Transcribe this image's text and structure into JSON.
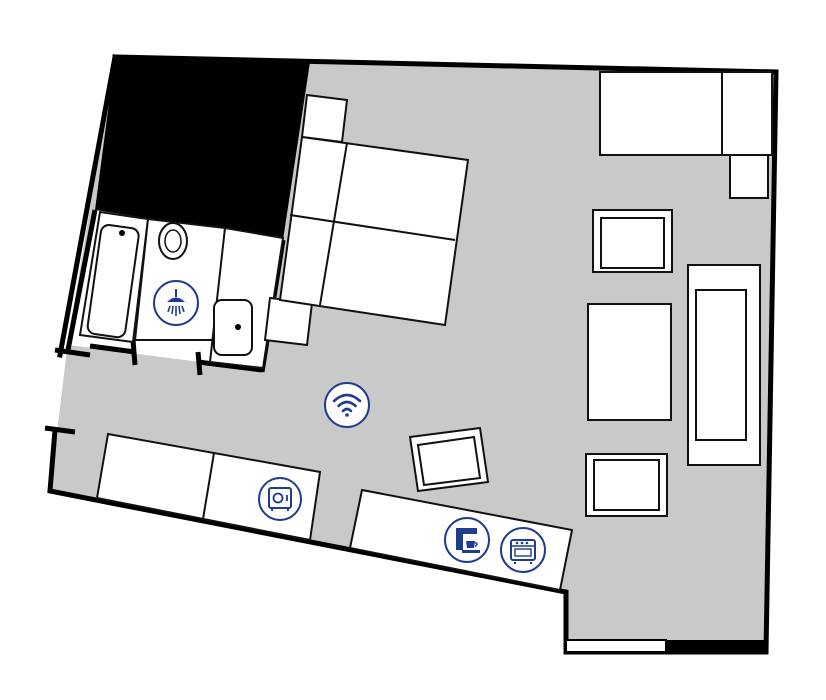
{
  "colors": {
    "floor": "#c9c9c9",
    "wall": "#000000",
    "furniture_fill": "#ffffff",
    "furniture_stroke": "#111111",
    "icon_blue": "#1f3d8f",
    "icon_bg": "#ffffff"
  },
  "icons": [
    {
      "name": "shower-icon",
      "glyph": "shower"
    },
    {
      "name": "wifi-icon",
      "glyph": "wifi"
    },
    {
      "name": "safe-icon",
      "glyph": "safe"
    },
    {
      "name": "coffee-machine-icon",
      "glyph": "coffee-machine"
    },
    {
      "name": "microwave-icon",
      "glyph": "microwave"
    }
  ]
}
